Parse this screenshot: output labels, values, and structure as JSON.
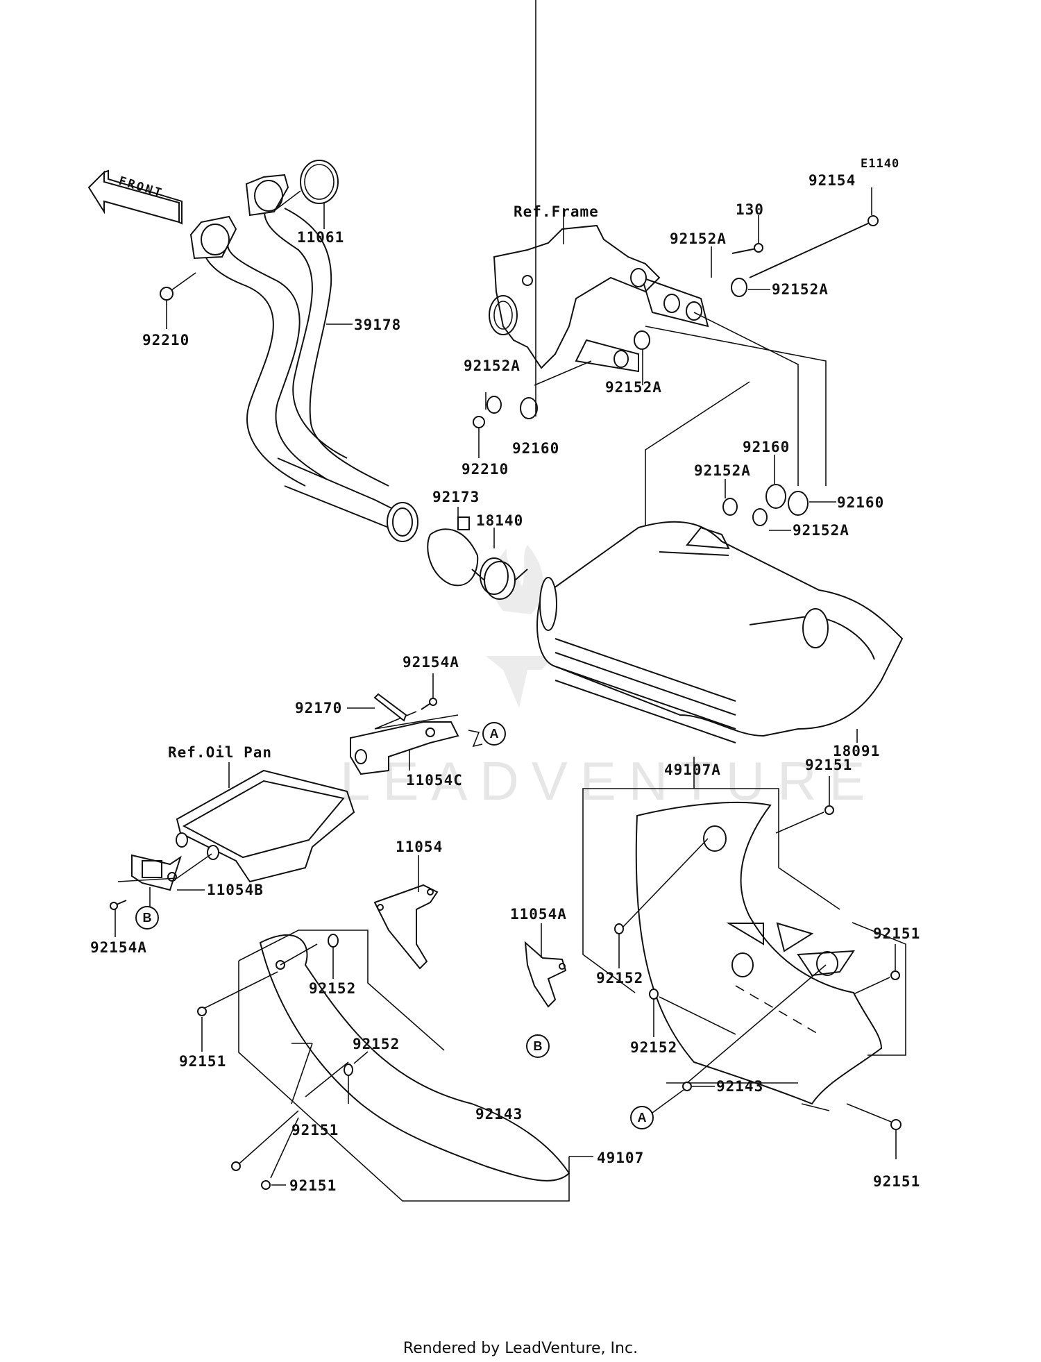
{
  "diagram": {
    "code": "E1140",
    "front_label": "FRONT",
    "watermark": "LEADVENTURE",
    "footer": "Rendered by LeadVenture, Inc.",
    "references": {
      "frame": "Ref.Frame",
      "oil_pan": "Ref.Oil Pan"
    },
    "callout_markers": {
      "a": "A",
      "b": "B"
    },
    "parts": [
      {
        "id": "p11061",
        "label": "11061",
        "name": "gasket"
      },
      {
        "id": "p39178",
        "label": "39178",
        "name": "exhaust-pipe"
      },
      {
        "id": "p92210a",
        "label": "92210",
        "name": "nut"
      },
      {
        "id": "p92154",
        "label": "92154",
        "name": "bolt"
      },
      {
        "id": "p130",
        "label": "130",
        "name": "bolt"
      },
      {
        "id": "p92152A_1",
        "label": "92152A",
        "name": "collar"
      },
      {
        "id": "p92152A_2",
        "label": "92152A",
        "name": "collar"
      },
      {
        "id": "p92152A_3",
        "label": "92152A",
        "name": "collar"
      },
      {
        "id": "p92152A_4",
        "label": "92152A",
        "name": "collar"
      },
      {
        "id": "p92160a",
        "label": "92160",
        "name": "damper"
      },
      {
        "id": "p92210b",
        "label": "92210",
        "name": "nut"
      },
      {
        "id": "p92160b",
        "label": "92160",
        "name": "damper"
      },
      {
        "id": "p92152A_5",
        "label": "92152A",
        "name": "collar"
      },
      {
        "id": "p92160c",
        "label": "92160",
        "name": "damper"
      },
      {
        "id": "p92152A_6",
        "label": "92152A",
        "name": "collar"
      },
      {
        "id": "p92173",
        "label": "92173",
        "name": "clamp"
      },
      {
        "id": "p18140",
        "label": "18140",
        "name": "gasket-ring"
      },
      {
        "id": "p18091",
        "label": "18091",
        "name": "muffler"
      },
      {
        "id": "p92154A_1",
        "label": "92154A",
        "name": "bolt"
      },
      {
        "id": "p92170",
        "label": "92170",
        "name": "clamp-band"
      },
      {
        "id": "p11054C",
        "label": "11054C",
        "name": "bracket"
      },
      {
        "id": "p11054B",
        "label": "11054B",
        "name": "bracket"
      },
      {
        "id": "p92154A_2",
        "label": "92154A",
        "name": "bolt"
      },
      {
        "id": "p11054",
        "label": "11054",
        "name": "bracket"
      },
      {
        "id": "p49107A",
        "label": "49107A",
        "name": "cover"
      },
      {
        "id": "p92151_1",
        "label": "92151",
        "name": "bolt"
      },
      {
        "id": "p11054A",
        "label": "11054A",
        "name": "bracket"
      },
      {
        "id": "p92152_1",
        "label": "92152",
        "name": "collar"
      },
      {
        "id": "p92151_2",
        "label": "92151",
        "name": "bolt"
      },
      {
        "id": "p92152_2",
        "label": "92152",
        "name": "collar"
      },
      {
        "id": "p92143_1",
        "label": "92143",
        "name": "collar"
      },
      {
        "id": "p92151_3",
        "label": "92151",
        "name": "bolt"
      },
      {
        "id": "p92152_3",
        "label": "92152",
        "name": "collar"
      },
      {
        "id": "p92151_4",
        "label": "92151",
        "name": "bolt"
      },
      {
        "id": "p92152_4",
        "label": "92152",
        "name": "collar"
      },
      {
        "id": "p92143_2",
        "label": "92143",
        "name": "collar"
      },
      {
        "id": "p92151_5",
        "label": "92151",
        "name": "bolt"
      },
      {
        "id": "p92151_6",
        "label": "92151",
        "name": "bolt"
      },
      {
        "id": "p49107",
        "label": "49107",
        "name": "cover"
      }
    ]
  }
}
